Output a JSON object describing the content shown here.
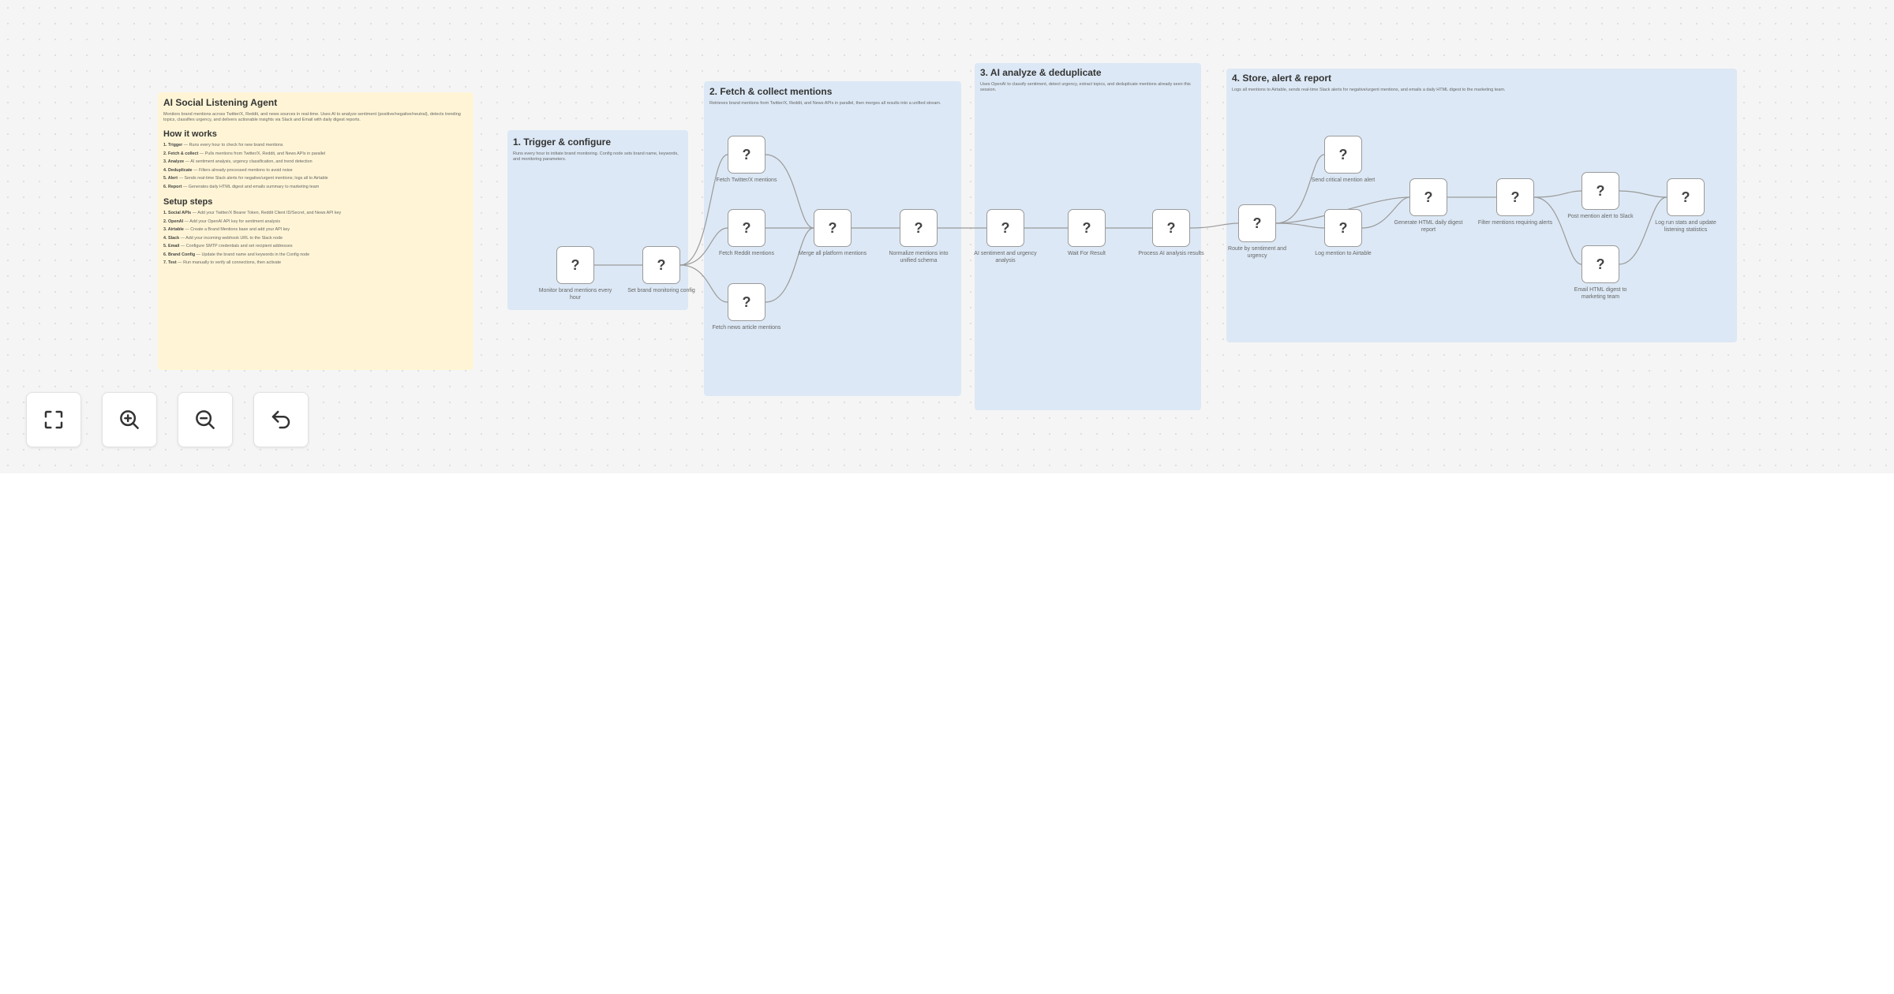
{
  "sticky_overview": {
    "title": "AI Social Listening Agent",
    "description": "Monitors brand mentions across Twitter/X, Reddit, and news sources in real-time. Uses AI to analyze sentiment (positive/negative/neutral), detects trending topics, classifies urgency, and delivers actionable insights via Slack and Email with daily digest reports.",
    "how_heading": "How it works",
    "how_steps": [
      {
        "label": "1. Trigger",
        "text": " — Runs every hour to check for new brand mentions"
      },
      {
        "label": "2. Fetch & collect",
        "text": " — Pulls mentions from Twitter/X, Reddit, and News APIs in parallel"
      },
      {
        "label": "3. Analyze",
        "text": " — AI sentiment analysis, urgency classification, and trend detection"
      },
      {
        "label": "4. Deduplicate",
        "text": " — Filters already-processed mentions to avoid noise"
      },
      {
        "label": "5. Alert",
        "text": " — Sends real-time Slack alerts for negative/urgent mentions; logs all to Airtable"
      },
      {
        "label": "6. Report",
        "text": " — Generates daily HTML digest and emails summary to marketing team"
      }
    ],
    "setup_heading": "Setup steps",
    "setup_steps": [
      {
        "label": "1. Social APIs",
        "text": " — Add your Twitter/X Bearer Token, Reddit Client ID/Secret, and News API key"
      },
      {
        "label": "2. OpenAI",
        "text": " — Add your OpenAI API key for sentiment analysis"
      },
      {
        "label": "3. Airtable",
        "text": " — Create a Brand Mentions base and add your API key"
      },
      {
        "label": "4. Slack",
        "text": " — Add your incoming webhook URL to the Slack node"
      },
      {
        "label": "5. Email",
        "text": " — Configure SMTP credentials and set recipient addresses"
      },
      {
        "label": "6. Brand Config",
        "text": " — Update the brand name and keywords in the Config node"
      },
      {
        "label": "7. Test",
        "text": " — Run manually to verify all connections, then activate"
      }
    ]
  },
  "sections": [
    {
      "title": "1. Trigger & configure",
      "description": "Runs every hour to initiate brand monitoring. Config node sets brand name, keywords, and monitoring parameters."
    },
    {
      "title": "2. Fetch & collect mentions",
      "description": "Retrieves brand mentions from Twitter/X, Reddit, and News APIs in parallel, then merges all results into a unified stream."
    },
    {
      "title": "3. AI analyze & deduplicate",
      "description": "Uses OpenAI to classify sentiment, detect urgency, extract topics, and deduplicate mentions already seen this session."
    },
    {
      "title": "4. Store, alert & report",
      "description": "Logs all mentions to Airtable, sends real-time Slack alerts for negative/urgent mentions, and emails a daily HTML digest to the marketing team."
    }
  ],
  "nodes": [
    {
      "icon": "?",
      "label": "Monitor brand mentions every hour"
    },
    {
      "icon": "?",
      "label": "Set brand monitoring config"
    },
    {
      "icon": "?",
      "label": "Fetch Twitter/X mentions"
    },
    {
      "icon": "?",
      "label": "Fetch Reddit mentions"
    },
    {
      "icon": "?",
      "label": "Fetch news article mentions"
    },
    {
      "icon": "?",
      "label": "Merge all platform mentions"
    },
    {
      "icon": "?",
      "label": "Normalize mentions into unified schema"
    },
    {
      "icon": "?",
      "label": "AI sentiment and urgency analysis"
    },
    {
      "icon": "?",
      "label": "Wait For Result"
    },
    {
      "icon": "?",
      "label": "Process AI analysis results"
    },
    {
      "icon": "?",
      "label": "Route by sentiment and urgency"
    },
    {
      "icon": "?",
      "label": "Send critical mention alert"
    },
    {
      "icon": "?",
      "label": "Log mention to Airtable"
    },
    {
      "icon": "?",
      "label": "Generate HTML daily digest report"
    },
    {
      "icon": "?",
      "label": "Filter mentions requiring alerts"
    },
    {
      "icon": "?",
      "label": "Post mention alert to Slack"
    },
    {
      "icon": "?",
      "label": "Email HTML digest to marketing team"
    },
    {
      "icon": "?",
      "label": "Log run stats and update listening statistics"
    }
  ],
  "controls": [
    {
      "icon": "fit-view-icon"
    },
    {
      "icon": "zoom-in-icon"
    },
    {
      "icon": "zoom-out-icon"
    },
    {
      "icon": "undo-icon"
    }
  ]
}
